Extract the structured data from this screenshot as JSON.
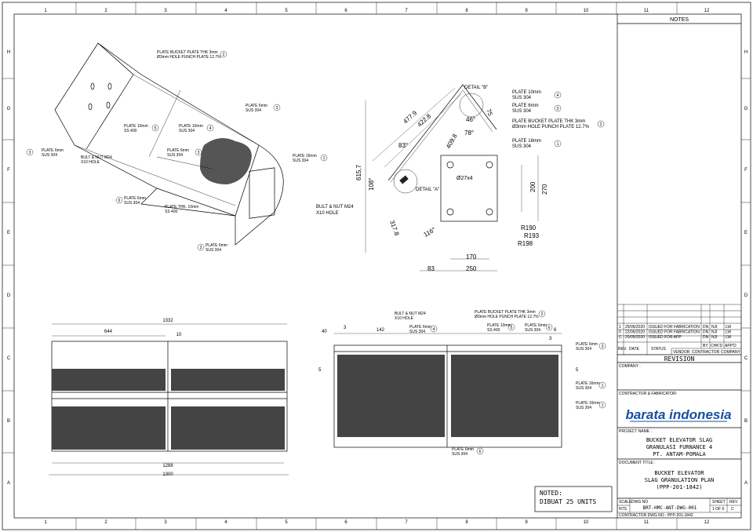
{
  "frame": {
    "columns": [
      "1",
      "2",
      "3",
      "4",
      "5",
      "6",
      "7",
      "8",
      "9",
      "10",
      "11",
      "12"
    ],
    "rows": [
      "H",
      "G",
      "F",
      "E",
      "D",
      "C",
      "B",
      "A"
    ]
  },
  "notes_header": "NOTES",
  "iso_view": {
    "callouts": [
      {
        "text1": "PLATE BUCKET PLATE THK 3mm",
        "text2": "Ø3mm HOLE PUNCH PLATE 12.7%",
        "num": "2"
      },
      {
        "text1": "PLATE 6mm",
        "text2": "SUS 304",
        "num": "3"
      },
      {
        "text1": "PLATE 10mm",
        "text2": "SS 400",
        "num": "5"
      },
      {
        "text1": "PLATE 10mm",
        "text2": "SUS 304",
        "num": "4"
      },
      {
        "text1": "PLATE 6mm",
        "text2": "SUS 304",
        "num": "3"
      },
      {
        "text1": "PLATE 16mm",
        "text2": "SUS 304",
        "num": "1"
      },
      {
        "text1": "PLATE 6mm",
        "text2": "SUS 304",
        "num": "3"
      },
      {
        "text1": "BULT & NUT M24",
        "text2": "X10 HOLE",
        "num": ""
      },
      {
        "text1": "PLATE 6mm",
        "text2": "SUS 304",
        "num": "6"
      },
      {
        "text1": "PLATE THK. 10mm",
        "text2": "SS 400",
        "num": ""
      },
      {
        "text1": "PLATE 6mm",
        "text2": "SUS 304",
        "num": "3"
      }
    ]
  },
  "side_view": {
    "detail_a": "DETAIL \"A\"",
    "detail_b": "DETAIL \"B\"",
    "bolt_label1": "BULT & NUT M24",
    "bolt_label2": "X10 HOLE",
    "hole_label": "Ø27x4",
    "dims": [
      "615,7",
      "108°",
      "477.9",
      "422.8",
      "83°",
      "46°",
      "75",
      "78°",
      "409.8",
      "317.8",
      "116°",
      "200",
      "270",
      "R190",
      "R193",
      "R198",
      "170",
      "83",
      "250"
    ],
    "callouts": [
      {
        "text1": "PLATE 10mm",
        "text2": "SUS 304",
        "num": "4"
      },
      {
        "text1": "PLATE 6mm",
        "text2": "SUS 304",
        "num": "3"
      },
      {
        "text1": "PLATE BUCKET PLATE THK 3mm",
        "text2": "Ø3mm HOLE PUNCH PLATE 12.7%",
        "num": "2"
      },
      {
        "text1": "PLATE 16mm",
        "text2": "SUS 304",
        "num": "1"
      }
    ]
  },
  "front_view": {
    "dims": [
      "1332",
      "644",
      "10",
      "1288",
      "1300"
    ]
  },
  "section_view": {
    "dims": [
      "40",
      "142",
      "3",
      "6",
      "3",
      "5",
      "5"
    ],
    "callouts": [
      {
        "text1": "BULT & NUT M24",
        "text2": "X10 HOLE",
        "num": ""
      },
      {
        "text1": "PLATE BUCKET PLATE THK 3mm",
        "text2": "Ø3mm HOLE PUNCH PLATE 12.7%",
        "num": "2"
      },
      {
        "text1": "PLATE 6mm",
        "text2": "SUS 304",
        "num": "4"
      },
      {
        "text1": "PLATE 10mm",
        "text2": "SS 400",
        "num": "5"
      },
      {
        "text1": "PLATE 6mm",
        "text2": "SUS 304",
        "num": "6"
      },
      {
        "text1": "PLATE 6mm",
        "text2": "SUS 304",
        "num": "3"
      },
      {
        "text1": "PLATE 16mm",
        "text2": "SUS 304",
        "num": "1"
      },
      {
        "text1": "PLATE 16mm",
        "text2": "SUS 304",
        "num": "1"
      },
      {
        "text1": "PLATE 6mm",
        "text2": "SUS 304",
        "num": "6"
      }
    ]
  },
  "noted": {
    "line1": "NOTED:",
    "line2": "DIBUAT 25 UNITS"
  },
  "revision": {
    "rows": [
      {
        "rev": "1",
        "date": "25/06/2020",
        "status": "ISSUED FOR FABRICATION",
        "by": "DN",
        "chk": "NJI",
        "appd": "LW"
      },
      {
        "rev": "0",
        "date": "22/06/2020",
        "status": "ISSUED FOR FABRICATION",
        "by": "DN",
        "chk": "NJI",
        "appd": "LW"
      },
      {
        "rev": "C",
        "date": "20/05/2020",
        "status": "ISSUED FOR APP",
        "by": "DN",
        "chk": "NJI",
        "appd": "LW"
      }
    ],
    "headers": {
      "rev": "REV.",
      "date": "DATE",
      "status": "STATUS",
      "by": "BY",
      "chkd": "CHK'D",
      "appd": "APP'D",
      "vendor": "VENDOR",
      "contractor": "CONTRACTOR",
      "company": "COMPANY"
    },
    "title": "REVISION"
  },
  "title_block": {
    "company_label": "COMPANY :",
    "contractor_label": "CONTRACTOR & FABRICATOR:",
    "logo_text": "barata indonesia",
    "project_label": "PROJECT NAME :",
    "project_lines": [
      "BUCKET ELEVATOR SLAG",
      "GRANULASI FURNANCE 4",
      "PT. ANTAM-POMALA"
    ],
    "doc_label": "DOCUMENT TITLE :",
    "doc_lines": [
      "BUCKET ELEVATOR",
      "SLAG GRANULATION PLAN",
      "(PPP-201-1842)"
    ],
    "scale_label": "SCALE",
    "scale_value": "NTS",
    "dwg_label": "DWG NO",
    "dwg_no": "BRT-HMC-ANT-DWG-001",
    "sheet_label": "SHEET",
    "sheet_value": "1 OF 6",
    "rev_label": "REV",
    "rev_value": "C",
    "contractor_dwg": "CONTRACTOR DWG NO : PPP-201-1842"
  },
  "colors": {
    "logo": "#1a4fa3",
    "line": "#000000"
  }
}
